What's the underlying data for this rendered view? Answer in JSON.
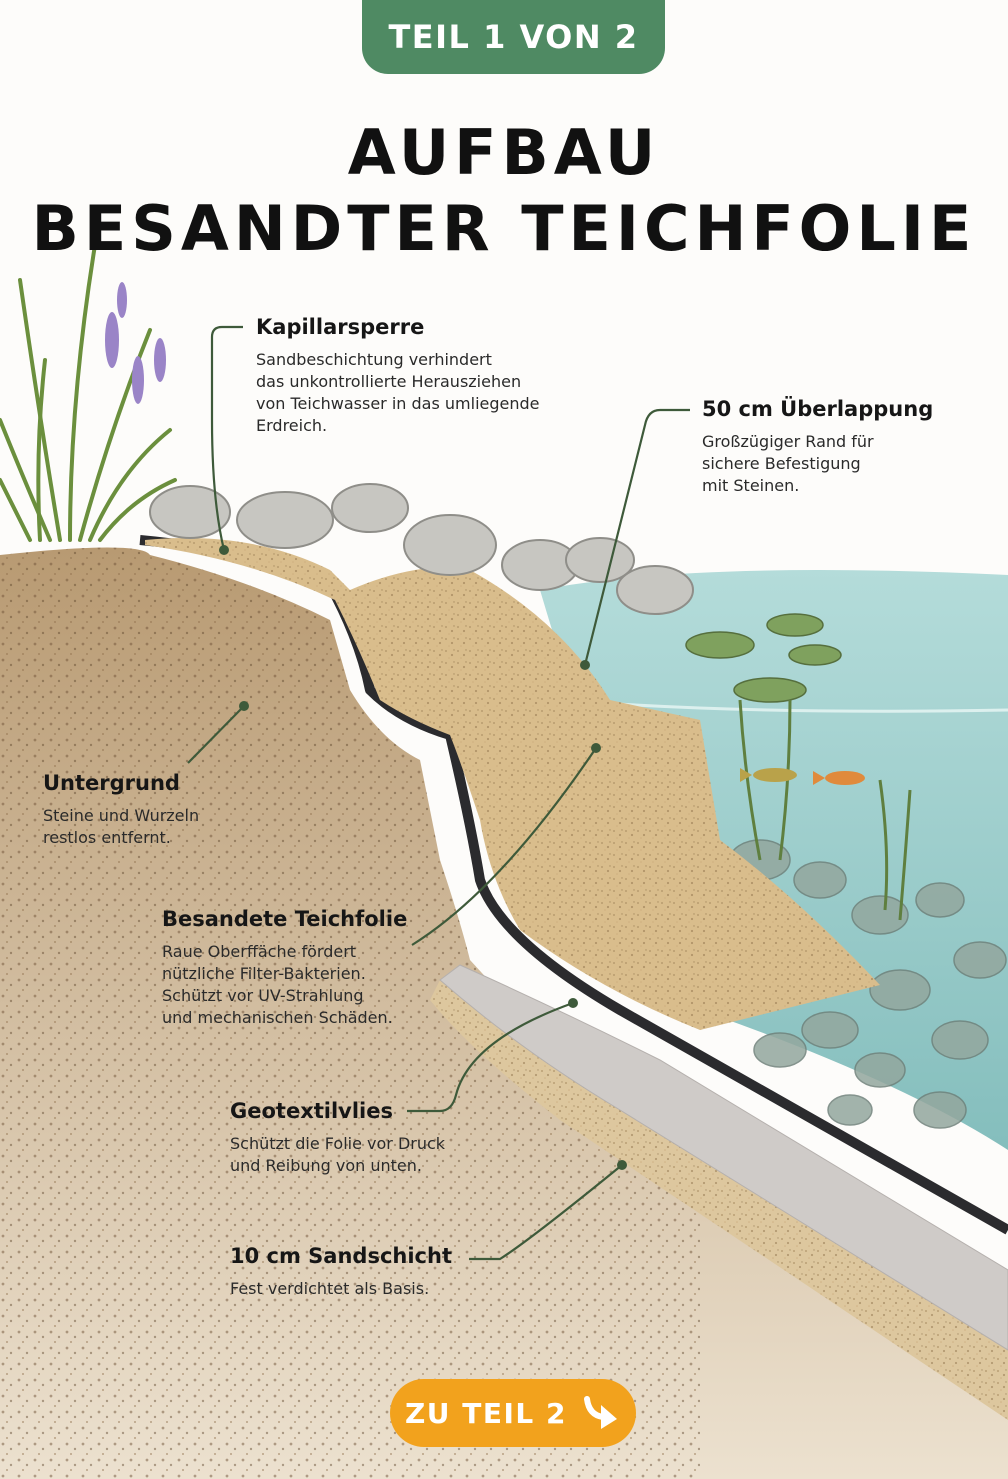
{
  "badge": "TEIL 1 VON 2",
  "title_line1": "AUFBAU",
  "title_line2": "BESANDTER TEICHFOLIE",
  "labels": {
    "kapillarsperre": {
      "title": "Kapillarsperre",
      "text": "Sandbeschichtung verhindert\ndas unkontrollierte Herausziehen\nvon Teichwasser in das umliegende\nErdreich."
    },
    "ueberlappung": {
      "title": "50 cm Überlappung",
      "text": "Großzügiger Rand für\nsichere Befestigung\nmit Steinen."
    },
    "untergrund": {
      "title": "Untergrund",
      "text": "Steine und Wurzeln\nrestlos entfernt."
    },
    "teichfolie": {
      "title": "Besandete Teichfolie",
      "text": "Raue Oberffäche fördert\nnützliche Filter-Bakterien.\nSchützt vor UV-Strahlung\nund mechanischen Schäden."
    },
    "geotextil": {
      "title": "Geotextilvlies",
      "text": "Schützt die Folie vor Druck\nund Reibung von unten."
    },
    "sandschicht": {
      "title": "10 cm Sandschicht",
      "text": "Fest verdichtet als Basis."
    }
  },
  "next_button": "ZU TEIL 2",
  "colors": {
    "badge": "#4f8a63",
    "button": "#f2a21d",
    "leader": "#3e5a3a",
    "water": "#8ec7c6",
    "sand": "#d9bd8c",
    "soil": "#9a7b57",
    "liner": "#2b2b2e",
    "geotextile": "#cfcbc8"
  },
  "icons": {
    "button": "curved-arrow-down-right-icon"
  }
}
